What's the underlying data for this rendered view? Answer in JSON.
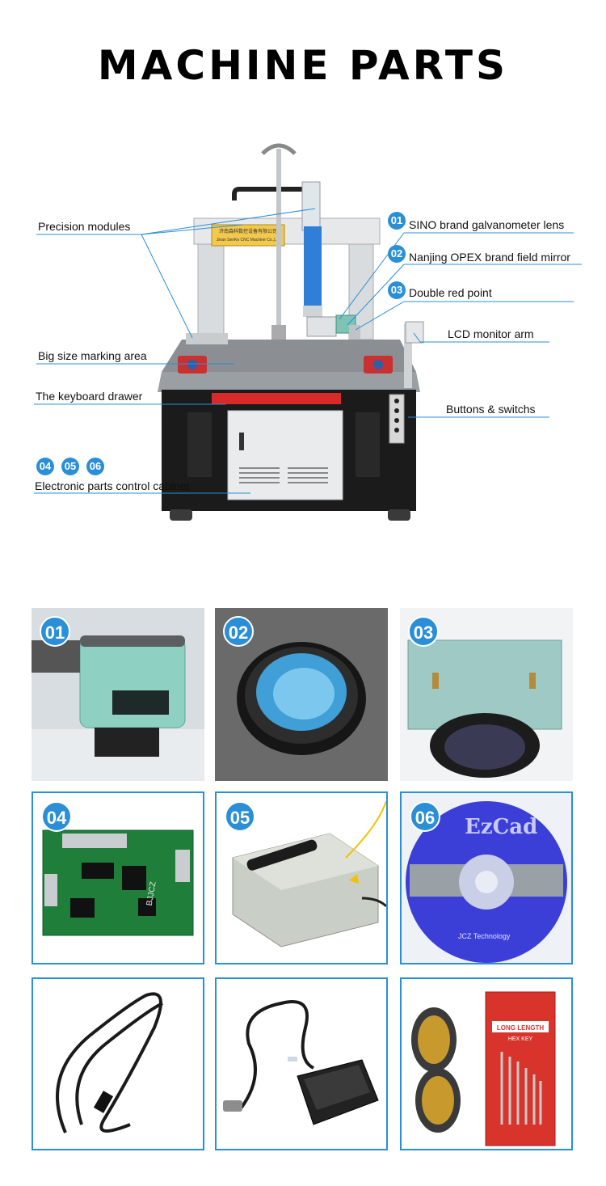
{
  "title": "MACHINE PARTS",
  "labels": {
    "precision_modules": "Precision modules",
    "big_size_marking_area": "Big size marking area",
    "keyboard_drawer": "The keyboard drawer",
    "control_cabinet": "Electronic parts control cabinet",
    "galvanometer_lens": "SINO brand galvanometer lens",
    "field_mirror": "Nanjing OPEX brand  field mirror",
    "double_red_point": "Double red point",
    "lcd_monitor_arm": "LCD monitor arm",
    "buttons_switchs": "Buttons & switchs"
  },
  "badges": {
    "b01": "01",
    "b02": "02",
    "b03": "03",
    "b04": "04",
    "b05": "05",
    "b06": "06"
  },
  "plate_text": {
    "line1": "济南森科数控设备有限公司",
    "line2": "Jinan SenKe CNC Machine Co.,Ltd"
  },
  "tiles": [
    {
      "num": "01"
    },
    {
      "num": "02"
    },
    {
      "num": "03"
    },
    {
      "num": "04",
      "board_text": "BJJCZ"
    },
    {
      "num": "05"
    },
    {
      "num": "06",
      "disc_text": "EzCad",
      "disc_sub": "JCZ Technology"
    },
    {},
    {},
    {
      "tool_brand": "LONG LENGTH",
      "tool_sub": "HEX KEY"
    }
  ],
  "colors": {
    "accent": "#2a8fd6",
    "machine_body": "#1b1b1b",
    "drawer_red": "#d92a2a",
    "galvo_green": "#7ec4b4"
  }
}
